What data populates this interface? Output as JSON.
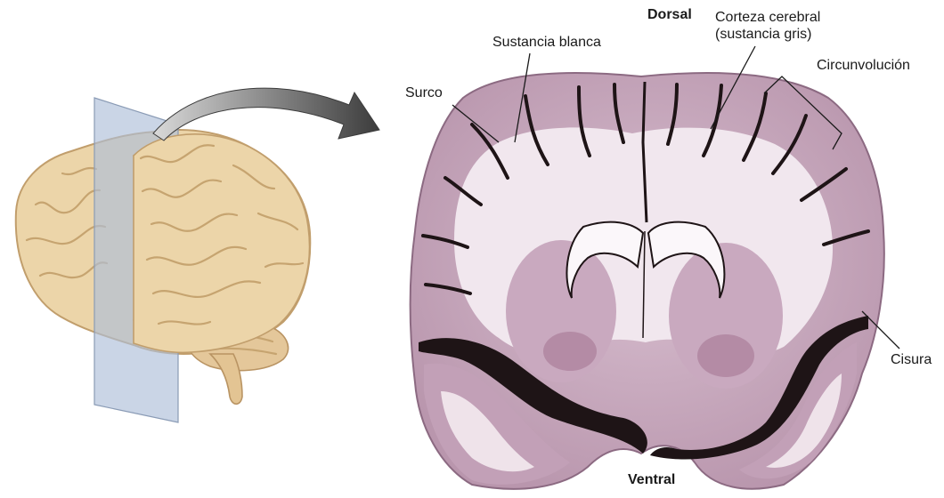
{
  "labels": {
    "dorsal": "Dorsal",
    "ventral": "Ventral",
    "sustancia_blanca": "Sustancia blanca",
    "corteza_cerebral": "Corteza cerebral\n(sustancia gris)",
    "circunvolucion": "Circunvolución",
    "surco": "Surco",
    "cisura": "Cisura"
  },
  "colors": {
    "brain_skin": "#ecd5a9",
    "brain_fold": "#caa977",
    "section_plane": "#aebfd8",
    "tissue_gray": "#c9a9bf",
    "tissue_white": "#f1e7ee",
    "tissue_dark": "#1e1416",
    "arrow": "#5e5e5e"
  },
  "icons": {
    "arrow": "curved-arrow-icon"
  }
}
